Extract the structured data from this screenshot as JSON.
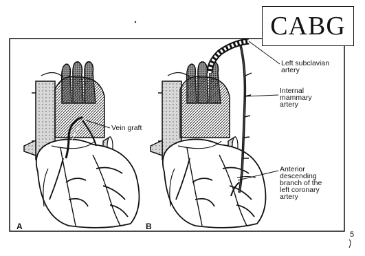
{
  "title": "CABG",
  "panels": [
    {
      "letter": "A"
    },
    {
      "letter": "B"
    }
  ],
  "labels": {
    "vein_graft": "Vein graft",
    "left_subclavian": "Left subclavian\nartery",
    "internal_mammary": "Internal\nmammary\nartery",
    "anterior_descending": "Anterior\ndescending\nbranch of the\nleft coronary\nartery"
  },
  "page_number": "5",
  "colors": {
    "ink": "#111111",
    "shade": "#444444",
    "paper": "#ffffff"
  }
}
